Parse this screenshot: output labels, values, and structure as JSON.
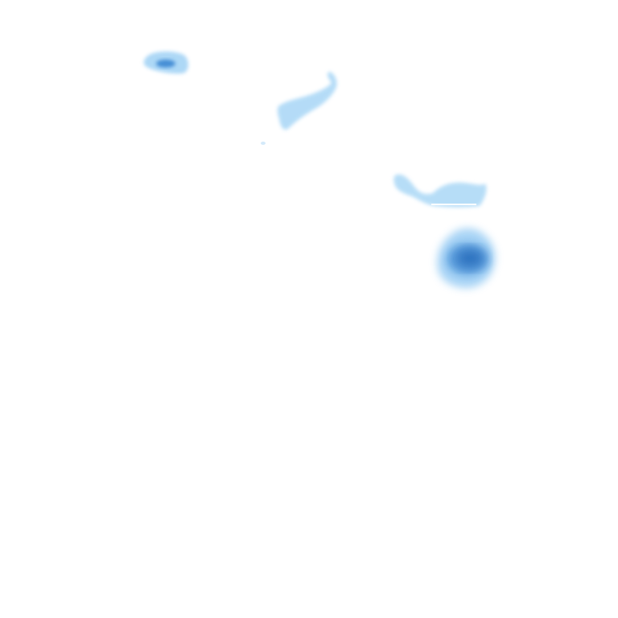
{
  "map": {
    "background_color": "#ffffff",
    "layer_type": "heatmap-overlay",
    "palette": {
      "light": "#b3dcf7",
      "mid": "#7fc0ee",
      "dark": "#3b86d2",
      "core": "#2a6fbd"
    },
    "features": [
      {
        "name": "hotspot-northwest",
        "intensity": 0.45
      },
      {
        "name": "hotspot-north-central",
        "intensity": 0.25
      },
      {
        "name": "hotspot-speck",
        "intensity": 0.1
      },
      {
        "name": "hotspot-east-strip",
        "intensity": 0.25
      },
      {
        "name": "hotspot-east-core",
        "intensity": 0.9
      }
    ]
  }
}
